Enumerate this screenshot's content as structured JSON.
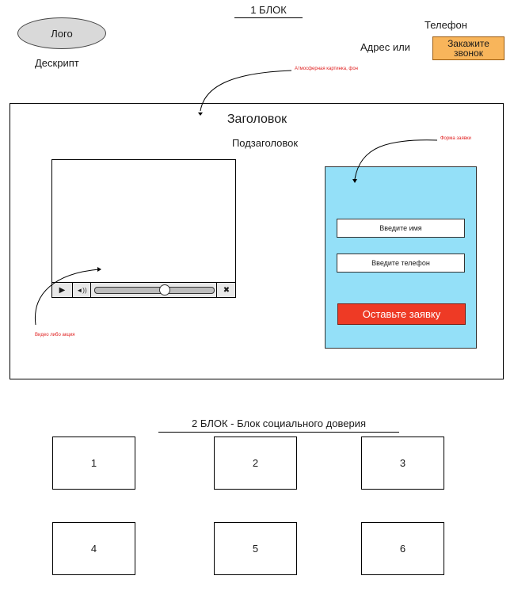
{
  "block1": {
    "title": "1 БЛОК",
    "logo": "Лого",
    "descriptor": "Дескрипт",
    "phone": "Телефон",
    "address": "Адрес или",
    "call_button": "Закажите звонок"
  },
  "annotations": {
    "background": "Атмосферная картинка, фон",
    "form": "Форма заявки",
    "video": "Видео либо акция"
  },
  "hero": {
    "title": "Заголовок",
    "subtitle": "Подзаголовок"
  },
  "video_player": {
    "play_icon": "▶",
    "volume_icon": "◄))",
    "fullscreen_icon": "✖",
    "progress": 0.58
  },
  "form": {
    "name_placeholder": "Введите имя",
    "phone_placeholder": "Введите телефон",
    "submit_label": "Оставьте заявку"
  },
  "block2": {
    "title": "2 БЛОК - Блок социального доверия",
    "items": [
      "1",
      "2",
      "3",
      "4",
      "5",
      "6"
    ]
  },
  "colors": {
    "call_button": "#f8b55b",
    "form_bg": "#94e0f8",
    "submit": "#ee3a25",
    "annotation": "#e02020"
  }
}
